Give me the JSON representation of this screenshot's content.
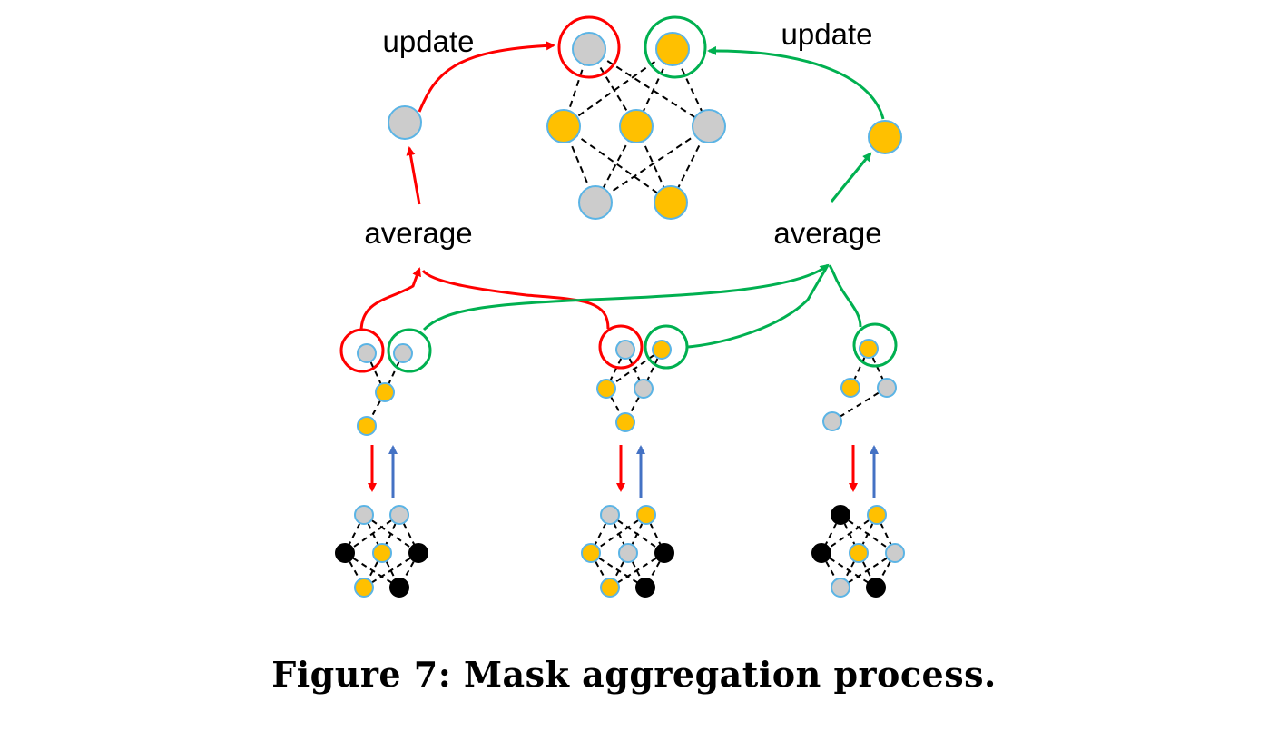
{
  "labels": {
    "update_left": "update",
    "update_right": "update",
    "average_left": "average",
    "average_right": "average"
  },
  "caption": "Figure 7: Mask aggregation process.",
  "colors": {
    "gray_node": "#cccccc",
    "yellow_node": "#ffc000",
    "black_node": "#000000",
    "node_border": "#5bb4e5",
    "red": "#ff0000",
    "green": "#00b050",
    "blue": "#4472c4",
    "dashed_edge": "#000000"
  }
}
